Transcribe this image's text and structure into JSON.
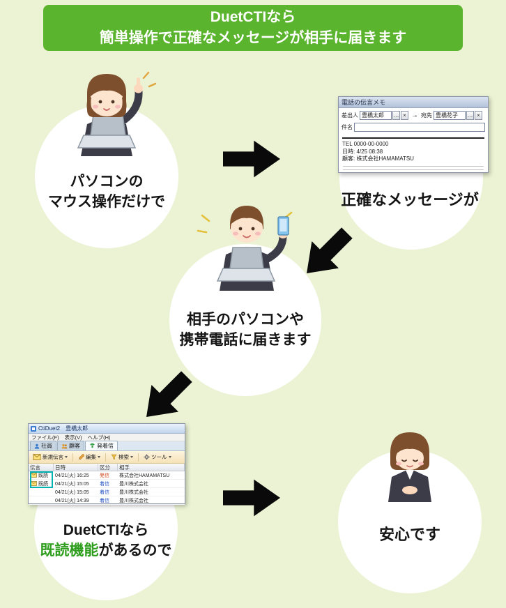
{
  "banner": {
    "line1": "DuetCTIなら",
    "line2": "簡単操作で正確なメッセージが相手に届きます"
  },
  "steps": {
    "step1": {
      "line1": "パソコンの",
      "line2": "マウス操作だけで"
    },
    "step2": {
      "label": "正確なメッセージが"
    },
    "step3": {
      "line1": "相手のパソコンや",
      "line2": "携帯電話に届きます"
    },
    "step4": {
      "line1": "DuetCTIなら",
      "highlight": "既読機能",
      "rest": "があるので"
    },
    "step5": {
      "label": "安心です"
    }
  },
  "memo_window": {
    "title": "電話の伝言メモ",
    "sender_label": "差出人",
    "sender_value": "豊橋太郎",
    "arrow": "→",
    "recipient_label": "宛先",
    "recipient_value": "豊橋花子",
    "browse_button": "…",
    "clear_button": "×",
    "subject_label": "件名",
    "subject_value": "",
    "tel_line": "TEL 0000-00-0000",
    "datetime_line": "日時: 4/25 08:38",
    "customer_line": "顧客: 株式会社HAMAMATSU"
  },
  "app_window": {
    "title": "CtiDuet2　豊橋太郎",
    "menu": [
      "ファイル(F)",
      "表示(V)",
      "ヘルプ(H)"
    ],
    "tabs": [
      {
        "label": "社員"
      },
      {
        "label": "顧客"
      },
      {
        "label": "発着信"
      }
    ],
    "toolbar": [
      {
        "label": "新規伝言"
      },
      {
        "label": "編集"
      },
      {
        "label": "検索"
      },
      {
        "label": "ツール"
      }
    ],
    "columns": [
      "伝言",
      "日時",
      "区分",
      "相手"
    ],
    "rows": [
      {
        "badge": "既読",
        "datetime": "04/21(火) 16:25",
        "type": "発信",
        "party": "株式会社HAMAMATSU"
      },
      {
        "badge": "既読",
        "datetime": "04/21(火) 15:05",
        "type": "着信",
        "party": "豊川株式会社"
      },
      {
        "badge": "",
        "datetime": "04/21(火) 15:05",
        "type": "着信",
        "party": "豊川株式会社"
      },
      {
        "badge": "",
        "datetime": "04/21(火) 14:39",
        "type": "着信",
        "party": "豊川株式会社"
      }
    ]
  },
  "colors": {
    "background": "#ebf3d4",
    "banner_green": "#5bb42d",
    "highlight_green": "#2f9e1e",
    "arrow_black": "#0a0a0a",
    "outgoing_red": "#d2491c",
    "incoming_blue": "#2a57c4",
    "read_highlight_teal": "#00b2b2"
  }
}
